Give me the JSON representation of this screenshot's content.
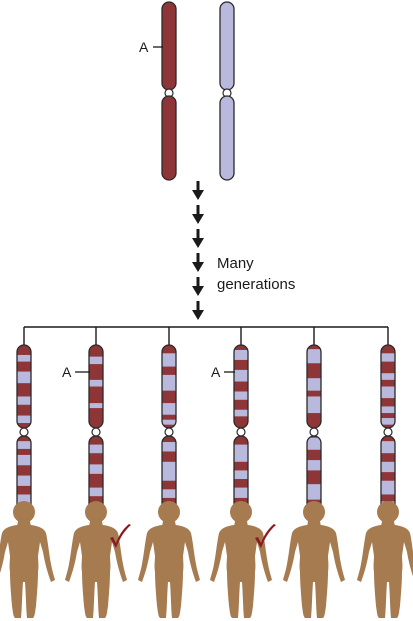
{
  "diagram": {
    "marker_label": "A",
    "caption_lines": [
      "Many",
      "generations"
    ],
    "colors": {
      "maternal": "#8e3537",
      "paternal": "#b9b9de",
      "outline": "#2a2a2a",
      "line": "#1a1a1a",
      "person": "#a57b4f",
      "check": "#8c1a22"
    },
    "offspring": [
      {
        "has_marker": false,
        "checked": false
      },
      {
        "has_marker": true,
        "checked": true
      },
      {
        "has_marker": false,
        "checked": false
      },
      {
        "has_marker": true,
        "checked": true
      },
      {
        "has_marker": false,
        "checked": false
      },
      {
        "has_marker": false,
        "checked": false
      }
    ]
  }
}
